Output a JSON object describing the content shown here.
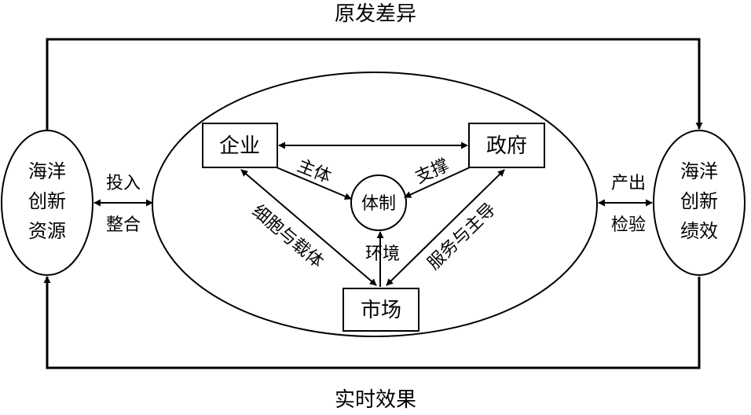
{
  "diagram": {
    "top_label": "原发差异",
    "bottom_label": "实时效果",
    "left_node": {
      "lines": [
        "海洋",
        "创新",
        "资源"
      ]
    },
    "right_node": {
      "lines": [
        "海洋",
        "创新",
        "绩效"
      ]
    },
    "left_link": {
      "top": "投入",
      "bottom": "整合"
    },
    "right_link": {
      "top": "产出",
      "bottom": "检验"
    },
    "enterprise": "企业",
    "government": "政府",
    "market": "市场",
    "institution": "体制",
    "edge_subject": "主体",
    "edge_support": "支撑",
    "edge_environment": "环境",
    "edge_cell": "细胞与载体",
    "edge_service": "服务与主导",
    "line_color": "#000000",
    "background": "#ffffff"
  }
}
